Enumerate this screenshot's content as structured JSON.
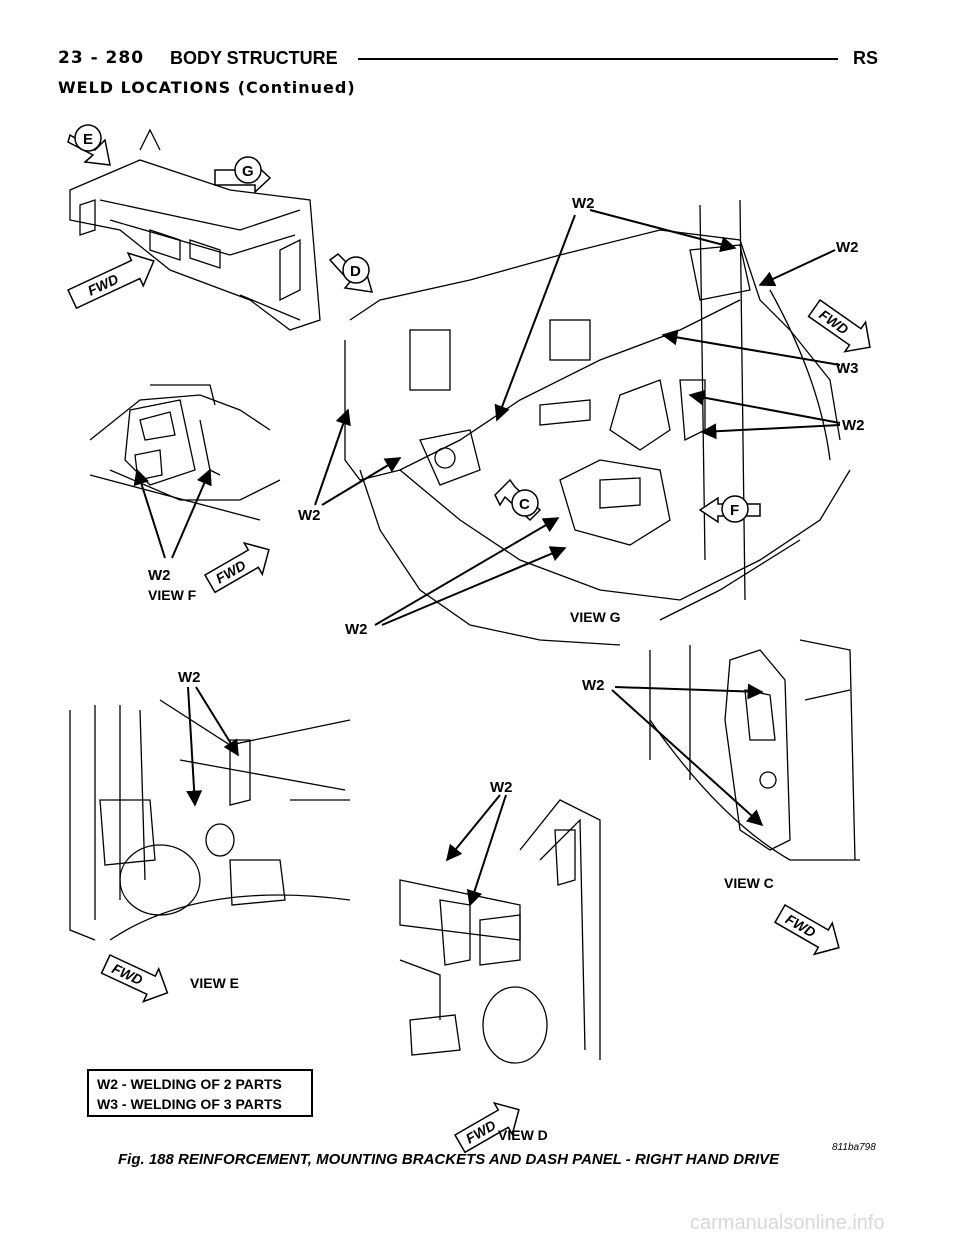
{
  "header": {
    "page_number": "23 - 280",
    "section_title": "BODY STRUCTURE",
    "model_code": "RS"
  },
  "subheading": "WELD LOCATIONS (Continued)",
  "figure": {
    "callouts": {
      "w2": "W2",
      "w3": "W3",
      "fwd": "FWD",
      "view_arrow_c": "C",
      "view_arrow_d": "D",
      "view_arrow_e": "E",
      "view_arrow_f": "F",
      "view_arrow_g": "G"
    },
    "view_labels": {
      "view_c": "VIEW C",
      "view_d": "VIEW D",
      "view_e": "VIEW E",
      "view_f": "VIEW F",
      "view_g": "VIEW G"
    },
    "legend": {
      "w2": "W2 - WELDING OF 2 PARTS",
      "w3": "W3 - WELDING OF 3 PARTS"
    },
    "figure_id": "811ba798"
  },
  "caption": "Fig. 188 REINFORCEMENT, MOUNTING BRACKETS AND DASH PANEL - RIGHT HAND DRIVE",
  "watermark": "carmanualsonline.info"
}
